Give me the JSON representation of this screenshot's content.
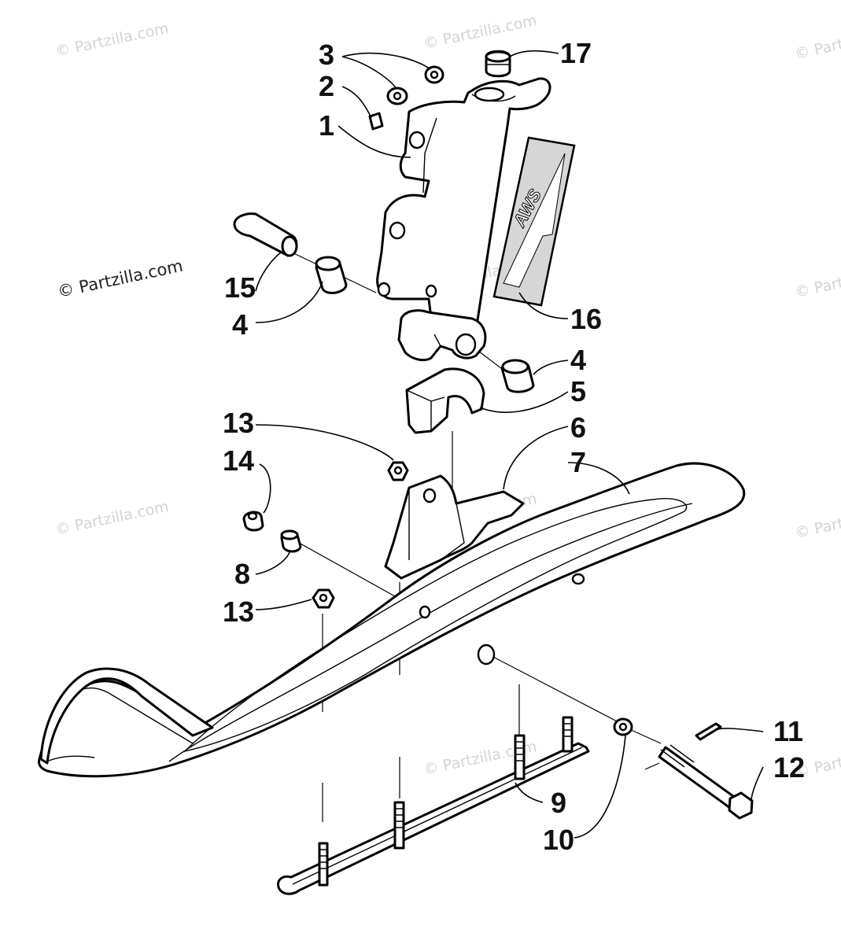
{
  "watermark_text": "© Partzilla.com",
  "decal_text": "AWS",
  "callouts": {
    "c1": "1",
    "c2": "2",
    "c3": "3",
    "c4a": "4",
    "c4b": "4",
    "c5": "5",
    "c6": "6",
    "c7": "7",
    "c8": "8",
    "c9": "9",
    "c10": "10",
    "c11": "11",
    "c12": "12",
    "c13a": "13",
    "c13b": "13",
    "c14": "14",
    "c15": "15",
    "c16": "16",
    "c17": "17"
  },
  "icons": [
    "ski-icon",
    "spindle-icon",
    "wear-bar-icon",
    "bolt-icon",
    "bushing-icon",
    "nut-icon",
    "washer-icon",
    "cap-icon",
    "decal-icon"
  ]
}
